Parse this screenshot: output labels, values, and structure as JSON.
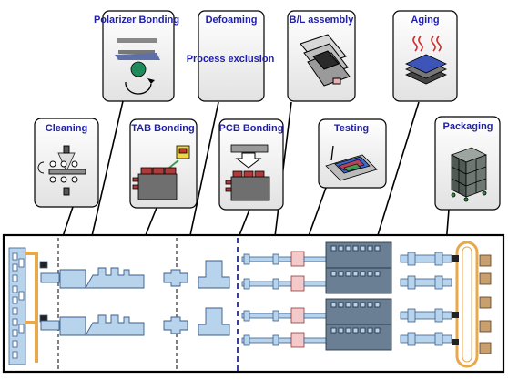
{
  "steps": {
    "polarizer": "Polarizer Bonding",
    "defoaming": "Defoaming",
    "bl_assembly": "B/L assembly",
    "aging": "Aging",
    "cleaning": "Cleaning",
    "tab": "TAB Bonding",
    "pcb": "PCB Bonding",
    "testing": "Testing",
    "packaging": "Packaging"
  },
  "notes": {
    "process_exclusion": "Process exclusion"
  },
  "colors": {
    "label_text": "#1f1fa8",
    "machine_fill": "#b8d4ec",
    "machine_stroke": "#3a5c8a",
    "conveyor_fill": "#f3c9c9",
    "aging_fill": "#6a7f93",
    "line_divider": "#3a3f9a",
    "loop_conveyor": "#e8a94b"
  }
}
